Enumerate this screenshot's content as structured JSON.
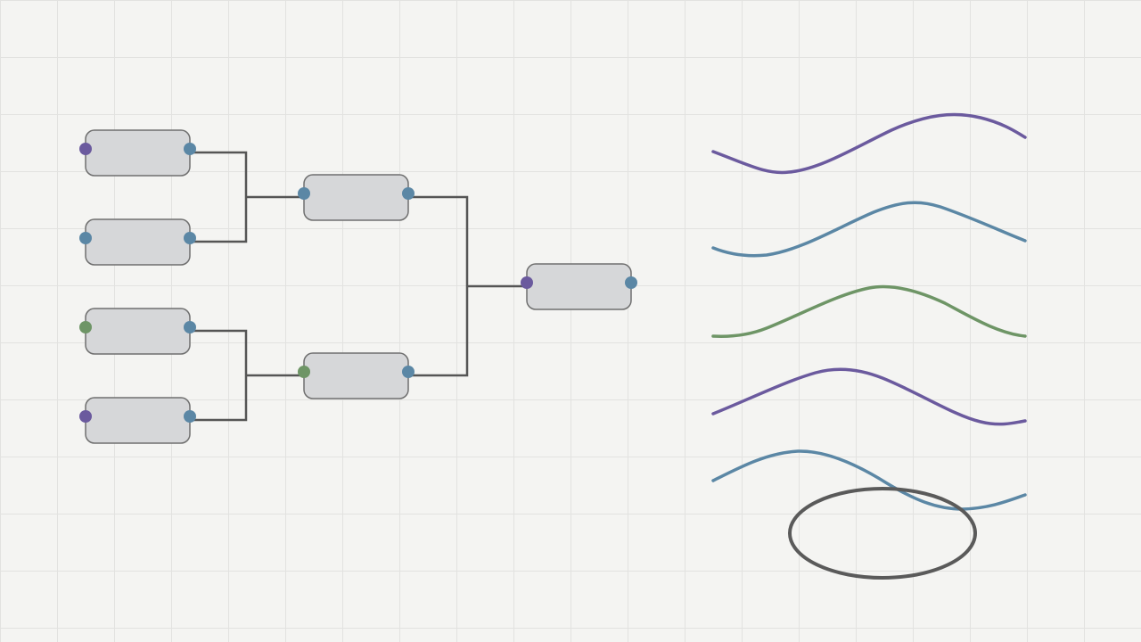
{
  "canvas": {
    "background": "#f4f4f2",
    "grid_color": "#e2e2e0"
  },
  "colors": {
    "purple": "#6b5a9e",
    "blue": "#5b87a5",
    "green": "#6e9566",
    "node_fill": "#d6d7d9",
    "line": "#555555"
  },
  "bracket": {
    "round1": [
      {
        "name": "node-r1-1",
        "left_port": "purple",
        "right_port": "blue"
      },
      {
        "name": "node-r1-2",
        "left_port": "blue",
        "right_port": "blue"
      },
      {
        "name": "node-r1-3",
        "left_port": "green",
        "right_port": "blue"
      },
      {
        "name": "node-r1-4",
        "left_port": "purple",
        "right_port": "blue"
      }
    ],
    "round2": [
      {
        "name": "node-r2-1",
        "left_port": "blue",
        "right_port": "blue"
      },
      {
        "name": "node-r2-2",
        "left_port": "green",
        "right_port": "blue"
      }
    ],
    "final": {
      "name": "node-final",
      "left_port": "purple",
      "right_port": "blue"
    }
  },
  "waves": [
    {
      "name": "wave-1",
      "color": "purple"
    },
    {
      "name": "wave-2",
      "color": "blue"
    },
    {
      "name": "wave-3",
      "color": "green"
    },
    {
      "name": "wave-4",
      "color": "purple"
    },
    {
      "name": "wave-5",
      "color": "blue"
    }
  ],
  "shapes": [
    {
      "name": "ellipse-shape",
      "kind": "ellipse"
    }
  ]
}
